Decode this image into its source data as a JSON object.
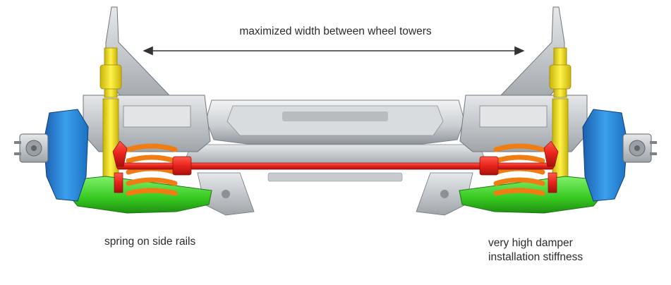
{
  "annotations": {
    "top": "maximized width between wheel towers",
    "left": "spring on side rails",
    "right_line1": "very high damper",
    "right_line2": "installation stiffness"
  },
  "colors": {
    "stabilizer_bar": "#e8231c",
    "coil_spring": "#f07d14",
    "lower_control_arm": "#3fd12a",
    "knuckle": "#2e8fe0",
    "damper": "#f2df1a",
    "subframe": "#bfc3c7",
    "arrow": "#333333"
  },
  "parts": [
    "wheel-hub",
    "knuckle",
    "lower-control-arm",
    "coil-spring",
    "damper",
    "stabilizer-bar",
    "subframe",
    "wheel-tower"
  ]
}
